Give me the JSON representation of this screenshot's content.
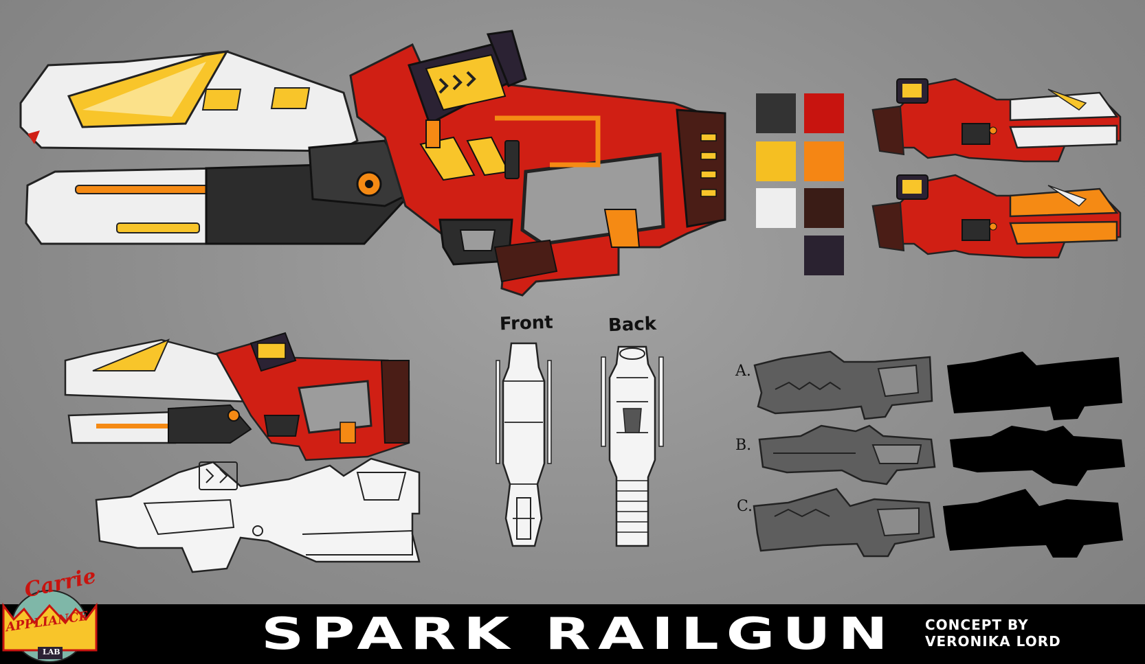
{
  "sheet": {
    "title": "SPARK RAILGUN",
    "credit_line1": "CONCEPT BY",
    "credit_line2": "VERONIKA LORD"
  },
  "views": {
    "front_label": "Front",
    "back_label": "Back"
  },
  "silhouettes": [
    {
      "label": "A."
    },
    {
      "label": "B."
    },
    {
      "label": "C."
    }
  ],
  "palette": [
    "#333333",
    "#c8140f",
    "#f5bf22",
    "#f58614",
    "#eeeeee",
    "#3a1c16",
    "#2a2230"
  ],
  "colors": {
    "red": "#d01f14",
    "dark_red": "#8a1210",
    "white": "#efefef",
    "yellow": "#f8c52a",
    "orange": "#f58a14",
    "charcoal": "#2c2c2c",
    "maroon": "#4a1d16",
    "purple_dark": "#2b2233"
  },
  "logo": {
    "text_top": "Carrie",
    "text_mid": "APPLIANCE",
    "text_bottom": "LAB"
  }
}
